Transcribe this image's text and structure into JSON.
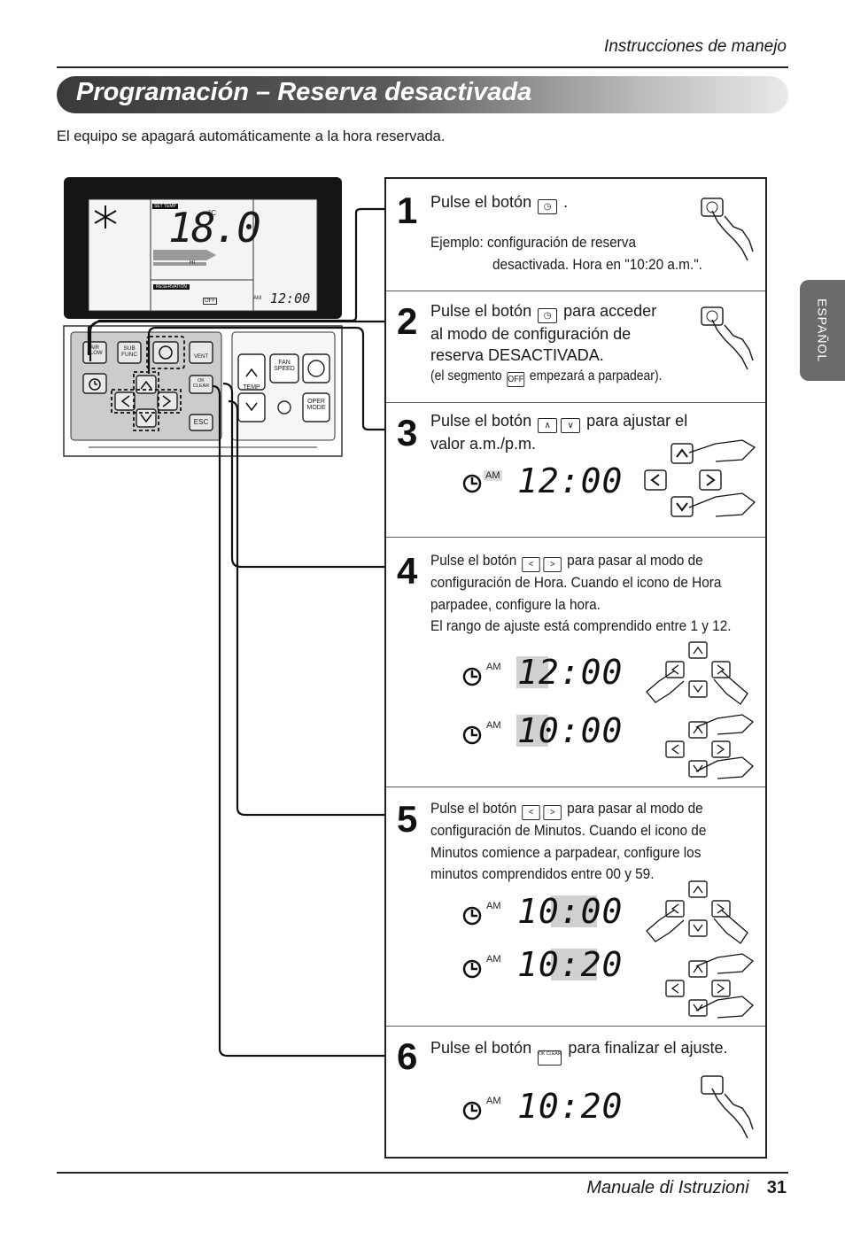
{
  "header": {
    "section": "Instrucciones de manejo"
  },
  "title": "Programación – Reserva desactivada",
  "intro": "El equipo se apagará automáticamente a la hora reservada.",
  "side_tab": "ESPAÑOL",
  "remote": {
    "set_temp": "SET TEMP",
    "temp": "18.0",
    "unit": "°C",
    "fan_hi": "HI",
    "reservation": "RESERVATION",
    "off": "OFF",
    "am": "AM",
    "time": "12:00",
    "btn_airflow": "AIR FLOW",
    "btn_subfunc": "SUB FUNC",
    "btn_vent": "VENT",
    "btn_fanspeed": "FAN SPEED",
    "btn_temp": "TEMP",
    "btn_opermode": "OPER MODE",
    "btn_okclear": "OK CLEAR",
    "btn_esc": "ESC"
  },
  "steps": [
    {
      "num": "1",
      "a": "Pulse el botón",
      "b": ".",
      "note1": "Ejemplo: configuración de reserva",
      "note2": "desactivada. Hora en \"10:20 a.m.\"."
    },
    {
      "num": "2",
      "a": "Pulse el botón",
      "b": "para acceder",
      "l2": "al modo de configuración de",
      "l3": "reserva DESACTIVADA.",
      "n_a": "(el segmento",
      "n_off": "OFF",
      "n_b": "empezará a parpadear)."
    },
    {
      "num": "3",
      "a": "Pulse el botón",
      "b": "para ajustar el",
      "l2": "valor a.m./p.m.",
      "am": "AM",
      "time": "12:00"
    },
    {
      "num": "4",
      "a": "Pulse el botón",
      "b": "para pasar al modo de",
      "l2": "configuración de Hora. Cuando el icono de Hora",
      "l3": "parpadee, configure la hora.",
      "l4": "El rango de ajuste está comprendido entre 1 y 12.",
      "am": "AM",
      "time1": "12:00",
      "time2": "10:00"
    },
    {
      "num": "5",
      "a": "Pulse el botón",
      "b": "para pasar al modo de",
      "l2": "configuración de Minutos. Cuando el icono de",
      "l3": "Minutos comience a parpadear, configure los",
      "l4": "minutos comprendidos entre 00 y 59.",
      "am": "AM",
      "time1": "10:00",
      "time2": "10:20"
    },
    {
      "num": "6",
      "a": "Pulse el botón",
      "b": "para finalizar el ajuste.",
      "am": "AM",
      "time": "10:20",
      "key": "OK CLEAR"
    }
  ],
  "footer": {
    "manual": "Manuale di Istruzioni",
    "page": "31"
  }
}
